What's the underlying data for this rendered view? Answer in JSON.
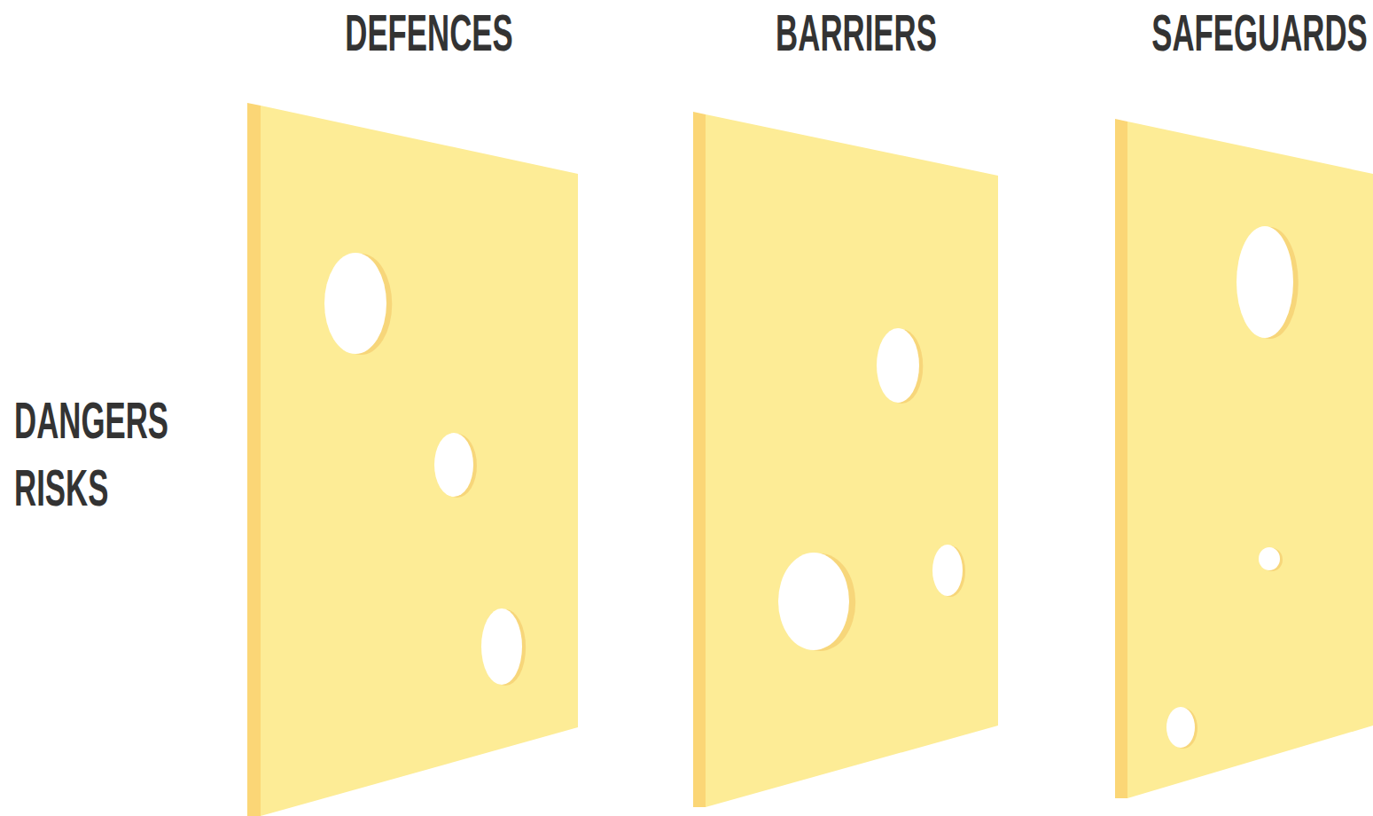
{
  "diagram": {
    "nodes": [
      {
        "text": [
          "DEFENCES"
        ]
      },
      {
        "text": [
          "BARRIERS"
        ]
      },
      {
        "text": [
          "SAFEGUARDS"
        ]
      }
    ],
    "labels": [
      "DANGERS",
      "RISKS"
    ]
  }
}
